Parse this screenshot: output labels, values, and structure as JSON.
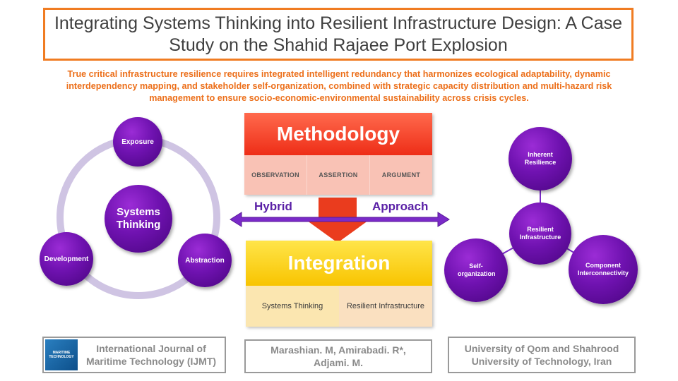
{
  "title": "Integrating Systems Thinking into Resilient Infrastructure Design: A Case Study on the Shahid Rajaee Port Explosion",
  "summary": "True critical infrastructure resilience requires integrated intelligent redundancy that harmonizes ecological adaptability, dynamic interdependency mapping, and stakeholder self-organization, combined with strategic capacity distribution and multi-hazard risk management to ensure socio-economic-environmental sustainability across crisis cycles.",
  "systems_cycle": {
    "center": "Systems Thinking",
    "nodes": {
      "top": "Exposure",
      "left": "Development",
      "right": "Abstraction"
    }
  },
  "methodology": {
    "title": "Methodology",
    "items": [
      "OBSERVATION",
      "ASSERTION",
      "ARGUMENT"
    ]
  },
  "approach": {
    "left": "Hybrid",
    "right": "Approach"
  },
  "integration": {
    "title": "Integration",
    "items": [
      "Systems Thinking",
      "Resilient Infrastructure"
    ]
  },
  "resilience_network": {
    "center": "Resilient Infrastructure",
    "top": "Inherent Resilience",
    "left": "Self-organization",
    "right": "Component Interconnectivity"
  },
  "footer": {
    "journal": "International Journal of Maritime Technology (IJMT)",
    "journal_logo_text": "MARITIME TECHNOLOGY",
    "authors": "Marashian. M, Amirabadi. R*, Adjami. M.",
    "affiliation": "University of Qom and Shahrood University of Technology, Iran"
  },
  "colors": {
    "accent_orange": "#f07c22",
    "purple": "#6f12b0",
    "methodology_red": "#ee2d17",
    "integration_yellow": "#f8c400"
  }
}
